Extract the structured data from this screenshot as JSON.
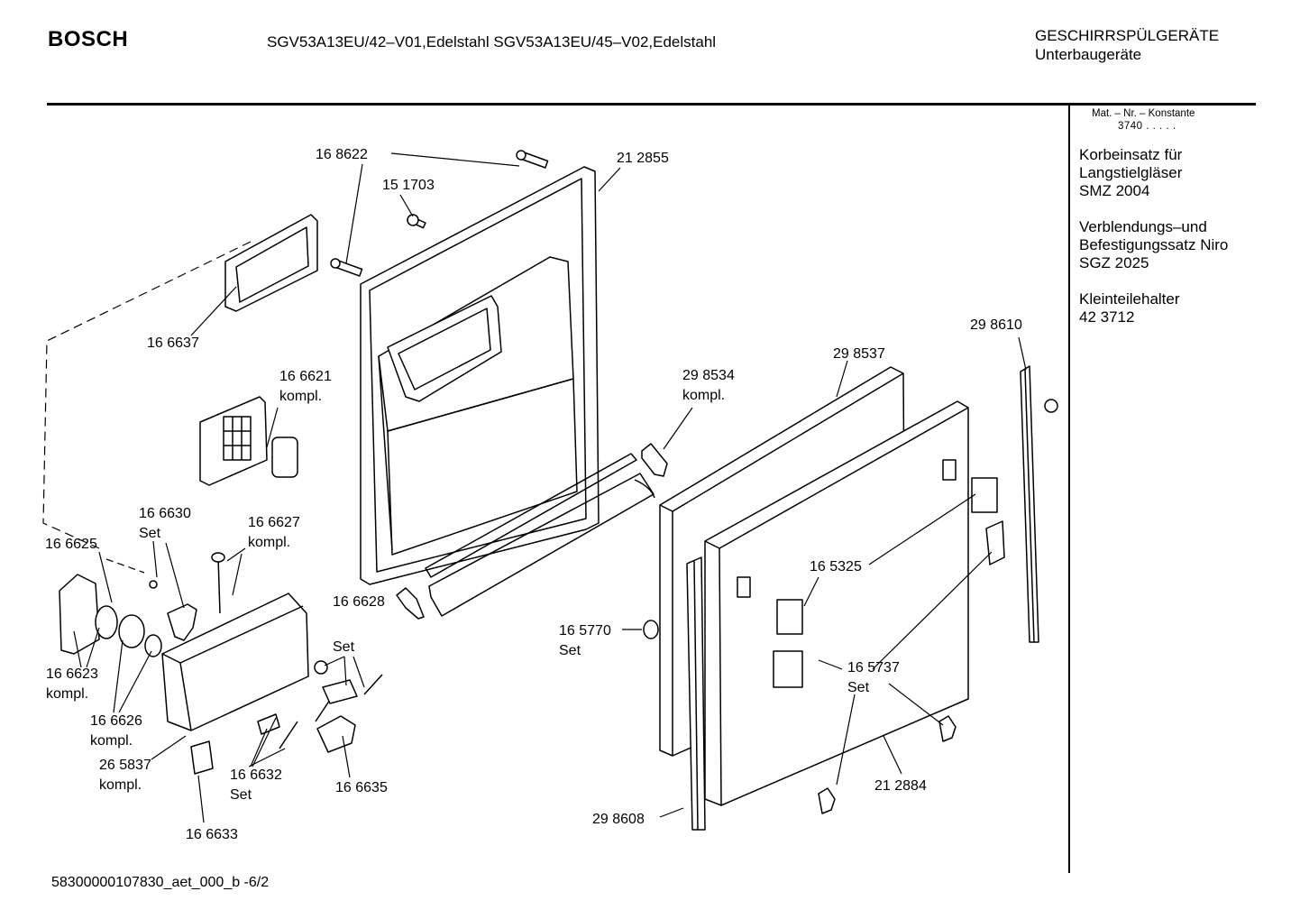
{
  "header": {
    "brand": "BOSCH",
    "models": "SGV53A13EU/42–V01,Edelstahl   SGV53A13EU/45–V02,Edelstahl",
    "category": "GESCHIRRSPÜLGERÄTE",
    "subcategory": "Unterbaugeräte"
  },
  "sidebar": {
    "mat_header": "Mat. – Nr. – Konstante",
    "mat_value": "3740  .  .  .  .  .",
    "items": [
      {
        "line1": "Korbeinsatz für",
        "line2": "Langstielgläser",
        "line3": "SMZ 2004"
      },
      {
        "line1": "Verblendungs–und",
        "line2": "Befestigungssatz Niro",
        "line3": "SGZ 2025"
      },
      {
        "line1": "Kleinteilehalter",
        "line2": "42 3712",
        "line3": ""
      }
    ]
  },
  "parts": {
    "p168622": "16 8622",
    "p151703": "15 1703",
    "p212855": "21 2855",
    "p166637": "16 6637",
    "p166621": "16 6621",
    "p166621_sub": "kompl.",
    "p298534": "29 8534",
    "p298534_sub": "kompl.",
    "p298537": "29 8537",
    "p298610": "29 8610",
    "p166630": "16 6630",
    "p166630_sub": "Set",
    "p166627": "16 6627",
    "p166627_sub": "kompl.",
    "p166625": "16 6625",
    "p165325": "16 5325",
    "p166628": "16 6628",
    "p166628_sub": "Set",
    "p165770": "16 5770",
    "p165770_sub": "Set",
    "p165737": "16 5737",
    "p165737_sub": "Set",
    "p166623": "16 6623",
    "p166623_sub": "kompl.",
    "p166626": "16 6626",
    "p166626_sub": "kompl.",
    "p265837": "26 5837",
    "p265837_sub": "kompl.",
    "p166632": "16 6632",
    "p166632_sub": "Set",
    "p166635": "16 6635",
    "p212884": "21 2884",
    "p298608": "29 8608",
    "p166633": "16 6633"
  },
  "footer": {
    "doc_id": "58300000107830_aet_000_b  -6/2"
  }
}
